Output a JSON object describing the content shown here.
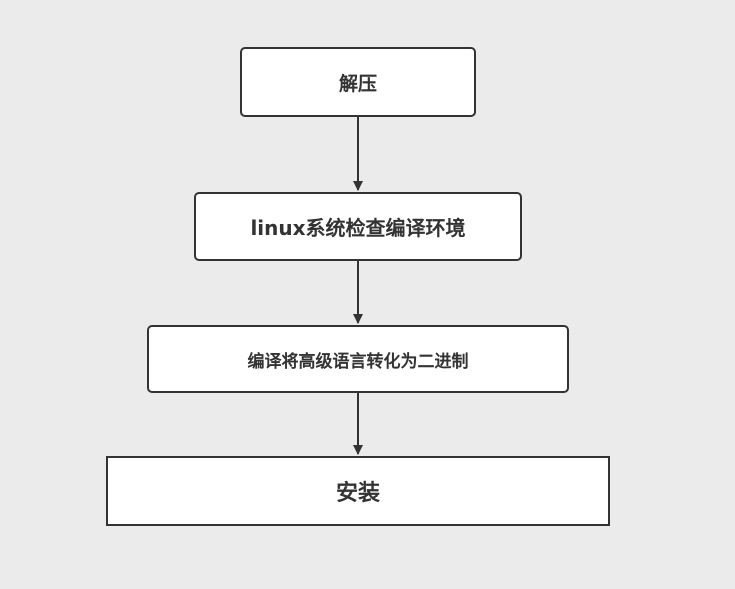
{
  "diagram": {
    "nodes": [
      {
        "id": "n1",
        "label": "解压"
      },
      {
        "id": "n2",
        "label": "linux系统检查编译环境"
      },
      {
        "id": "n3",
        "label": "编译将高级语言转化为二进制"
      },
      {
        "id": "n4",
        "label": "安装"
      }
    ],
    "edges": [
      {
        "from": "n1",
        "to": "n2"
      },
      {
        "from": "n2",
        "to": "n3"
      },
      {
        "from": "n3",
        "to": "n4"
      }
    ],
    "colors": {
      "background": "#ebebeb",
      "node_fill": "#ffffff",
      "stroke": "#333333"
    }
  }
}
